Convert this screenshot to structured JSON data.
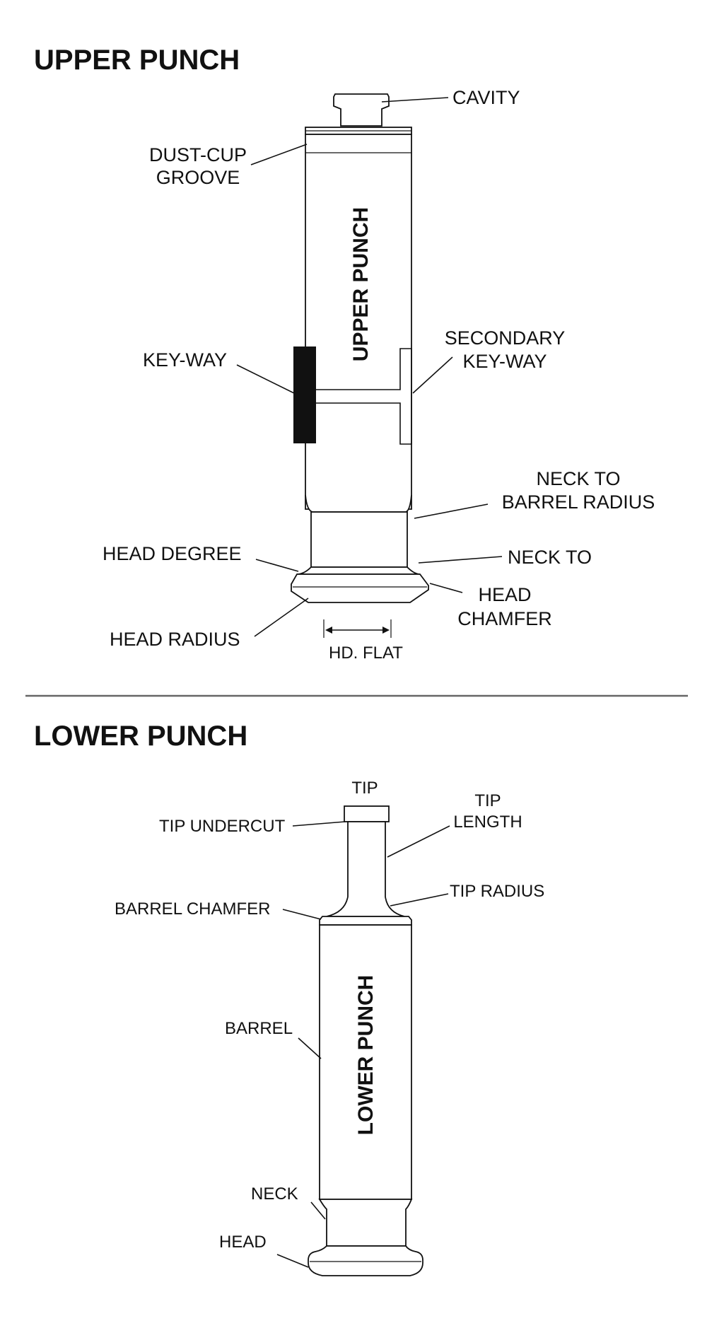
{
  "upper": {
    "title": "UPPER PUNCH",
    "body_text": "UPPER PUNCH",
    "labels": {
      "cavity": "CAVITY",
      "dust_cup_1": "DUST-CUP",
      "dust_cup_2": "GROOVE",
      "keyway": "KEY-WAY",
      "secondary_keyway_1": "SECONDARY",
      "secondary_keyway_2": "KEY-WAY",
      "neck_barrel_1": "NECK TO",
      "neck_barrel_2": "BARREL RADIUS",
      "head_degree": "HEAD DEGREE",
      "neck_to": "NECK TO",
      "head_chamfer_1": "HEAD",
      "head_chamfer_2": "CHAMFER",
      "head_radius": "HEAD RADIUS",
      "hd_flat": "HD. FLAT"
    }
  },
  "lower": {
    "title": "LOWER PUNCH",
    "body_text": "LOWER PUNCH",
    "labels": {
      "tip": "TIP",
      "tip_undercut": "TIP UNDERCUT",
      "tip_length_1": "TIP",
      "tip_length_2": "LENGTH",
      "tip_radius": "TIP RADIUS",
      "barrel_chamfer": "BARREL CHAMFER",
      "barrel": "BARREL",
      "neck": "NECK",
      "head": "HEAD"
    }
  },
  "colors": {
    "ink": "#111111",
    "background": "#ffffff",
    "divider": "#666666"
  }
}
